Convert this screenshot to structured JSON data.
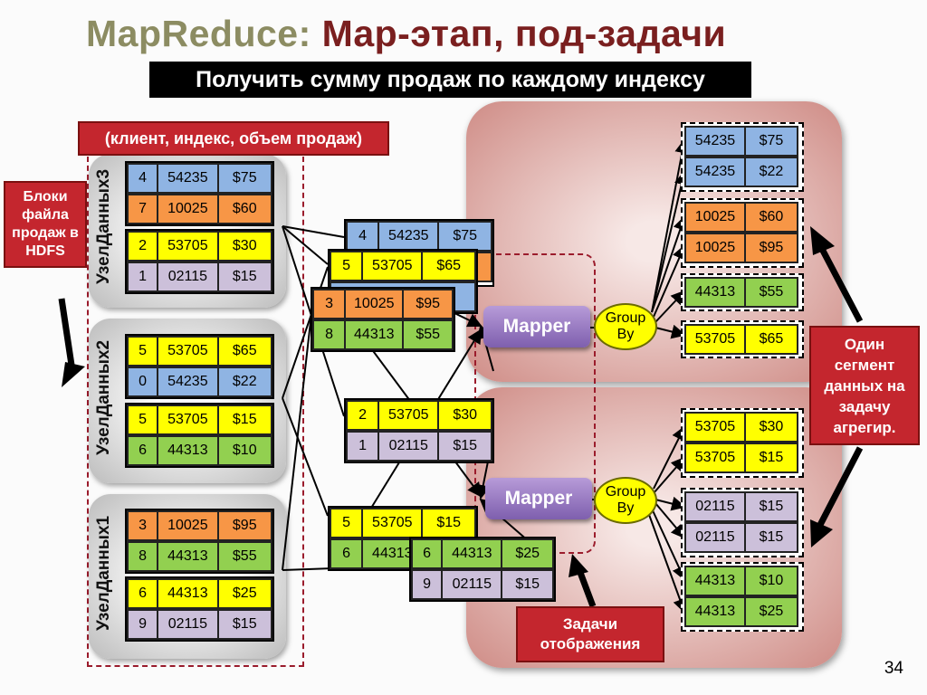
{
  "title": {
    "part1": "MapReduce:",
    "part2": "Map-этап, под-задачи"
  },
  "subtitle": "Получить сумму продаж по каждому индексу",
  "format_label": "(клиент, индекс, объем продаж)",
  "blocks_label": "Блоки файла продаж в HDFS",
  "segment_label": "Один сегмент данных на задачу агрегир.",
  "tasks_label": "Задачи отображения",
  "page_number": "34",
  "nodes": {
    "node3": {
      "label": "УзелДанных3",
      "g1": [
        [
          "4",
          "54235",
          "$75"
        ],
        [
          "7",
          "10025",
          "$60"
        ]
      ],
      "g2": [
        [
          "2",
          "53705",
          "$30"
        ],
        [
          "1",
          "02115",
          "$15"
        ]
      ]
    },
    "node2": {
      "label": "УзелДанных2",
      "g1": [
        [
          "5",
          "53705",
          "$65"
        ],
        [
          "0",
          "54235",
          "$22"
        ]
      ],
      "g2": [
        [
          "5",
          "53705",
          "$15"
        ],
        [
          "6",
          "44313",
          "$10"
        ]
      ]
    },
    "node1": {
      "label": "УзелДанных1",
      "g1": [
        [
          "3",
          "10025",
          "$95"
        ],
        [
          "8",
          "44313",
          "$55"
        ]
      ],
      "g2": [
        [
          "6",
          "44313",
          "$25"
        ],
        [
          "9",
          "02115",
          "$15"
        ]
      ]
    }
  },
  "mid": {
    "a1": [
      [
        "4",
        "54235",
        "$75"
      ]
    ],
    "a2": [
      [
        "5",
        "53705",
        "$65"
      ]
    ],
    "a3": [
      [
        "3",
        "10025",
        "$95"
      ],
      [
        "8",
        "44313",
        "$55"
      ]
    ],
    "b1": [
      [
        "2",
        "53705",
        "$30"
      ],
      [
        "1",
        "02115",
        "$15"
      ]
    ],
    "c1": [
      [
        "5",
        "53705",
        "$15"
      ],
      [
        "6",
        "44313"
      ]
    ],
    "c2": [
      [
        "6",
        "44313",
        "$25"
      ],
      [
        "9",
        "02115",
        "$15"
      ]
    ]
  },
  "mapper_label": "Mapper",
  "groupby_line1": "Group",
  "groupby_line2": "By",
  "outputs_top": [
    [
      [
        "54235",
        "$75"
      ],
      [
        "54235",
        "$22"
      ]
    ],
    [
      [
        "10025",
        "$60"
      ],
      [
        "10025",
        "$95"
      ]
    ],
    [
      [
        "44313",
        "$55"
      ]
    ],
    [
      [
        "53705",
        "$65"
      ]
    ]
  ],
  "outputs_bottom": [
    [
      [
        "53705",
        "$30"
      ],
      [
        "53705",
        "$15"
      ]
    ],
    [
      [
        "02115",
        "$15"
      ],
      [
        "02115",
        "$15"
      ]
    ],
    [
      [
        "44313",
        "$10"
      ],
      [
        "44313",
        "$25"
      ]
    ]
  ]
}
